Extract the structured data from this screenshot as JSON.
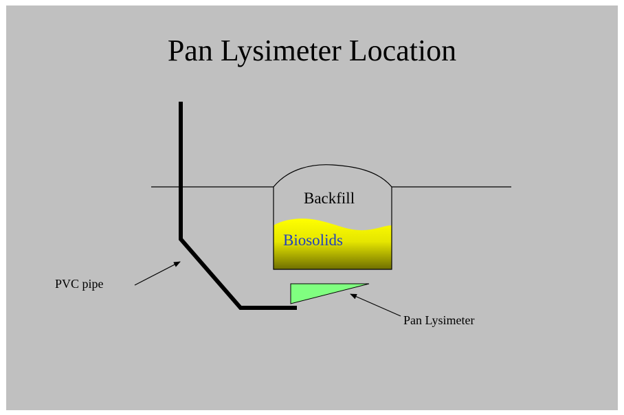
{
  "slide": {
    "title": "Pan Lysimeter Location",
    "background_color": "#c0c0c0"
  },
  "diagram": {
    "labels": {
      "backfill": "Backfill",
      "biosolids": "Biosolids",
      "pvc_pipe": "PVC pipe",
      "pan_lysimeter": "Pan Lysimeter"
    },
    "colors": {
      "biosolids_top": "#ffff00",
      "biosolids_bottom": "#6f6f00",
      "biosolids_text": "#1f3fbf",
      "lysimeter_fill": "#80ff80",
      "pipe": "#000000",
      "line": "#000000"
    }
  }
}
